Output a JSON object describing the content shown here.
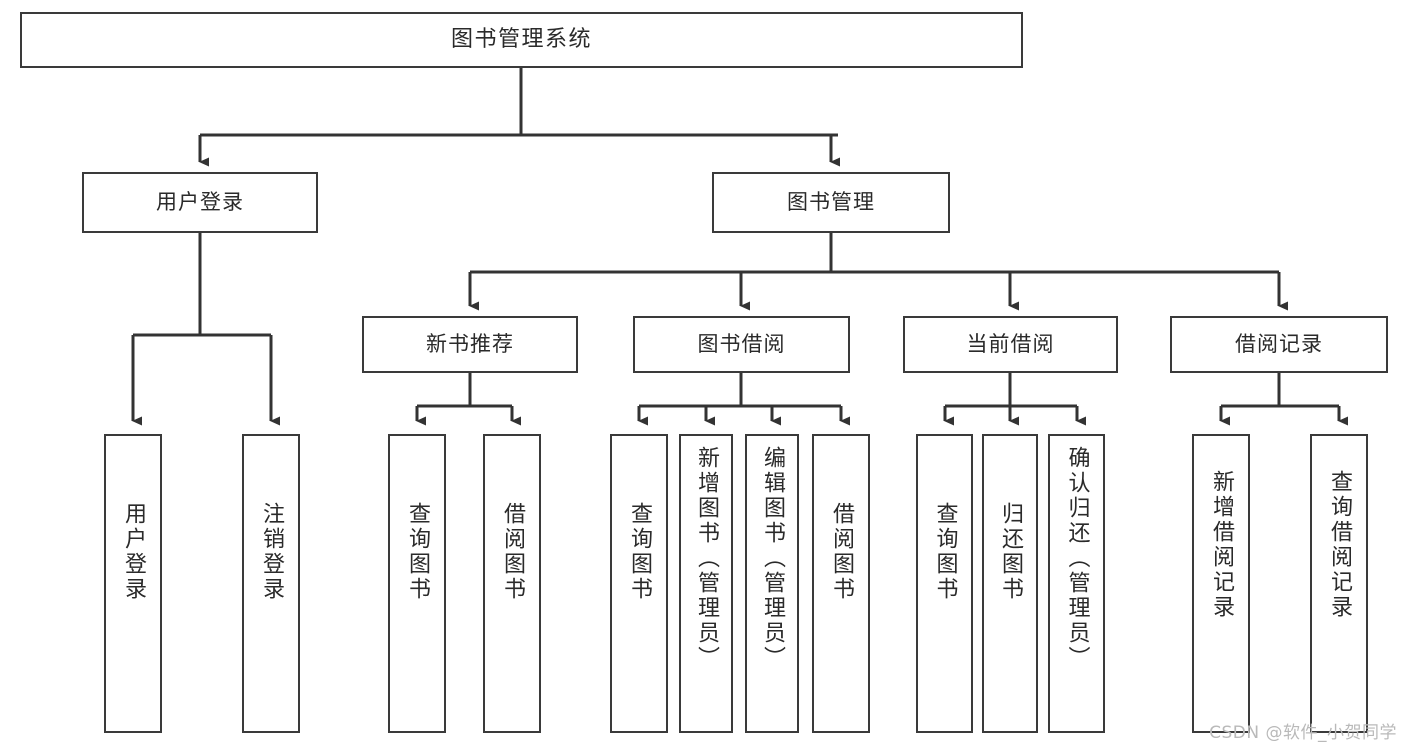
{
  "diagram": {
    "title": "图书管理系统",
    "watermark": "CSDN @软件_小贺同学",
    "colors": {
      "box_border": "#3a3a3a",
      "box_fill": "#ffffff",
      "line": "#333333",
      "text": "#2a2a2a",
      "watermark": "#b9b9b9",
      "background": "#ffffff"
    },
    "root": {
      "label": "图书管理系统"
    },
    "level2": [
      {
        "label": "用户登录"
      },
      {
        "label": "图书管理"
      }
    ],
    "level3": [
      {
        "label": "新书推荐"
      },
      {
        "label": "图书借阅"
      },
      {
        "label": "当前借阅"
      },
      {
        "label": "借阅记录"
      }
    ],
    "leaves": {
      "user_login": [
        {
          "label": "用户登录"
        },
        {
          "label": "注销登录"
        }
      ],
      "new_book_recommend": [
        {
          "label": "查询图书"
        },
        {
          "label": "借阅图书"
        }
      ],
      "book_borrow": [
        {
          "label": "查询图书"
        },
        {
          "label": "新增图书（管理员）"
        },
        {
          "label": "编辑图书（管理员）"
        },
        {
          "label": "借阅图书"
        }
      ],
      "current_borrow": [
        {
          "label": "查询图书"
        },
        {
          "label": "归还图书"
        },
        {
          "label": "确认归还（管理员）"
        }
      ],
      "borrow_record": [
        {
          "label": "新增借阅记录"
        },
        {
          "label": "查询借阅记录"
        }
      ]
    }
  }
}
